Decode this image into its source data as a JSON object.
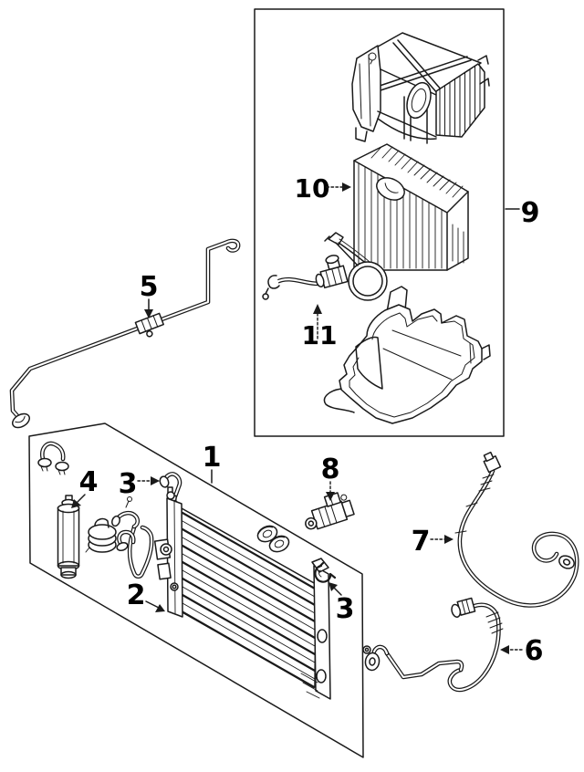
{
  "page": {
    "background": "#ffffff",
    "line": "#1a1a1a",
    "label": "#000000"
  },
  "callouts": {
    "c1": "1",
    "c2": "2",
    "c3a": "3",
    "c3b": "3",
    "c4": "4",
    "c5": "5",
    "c6": "6",
    "c7": "7",
    "c8": "8",
    "c9": "9",
    "c10": "10",
    "c11": "11"
  }
}
